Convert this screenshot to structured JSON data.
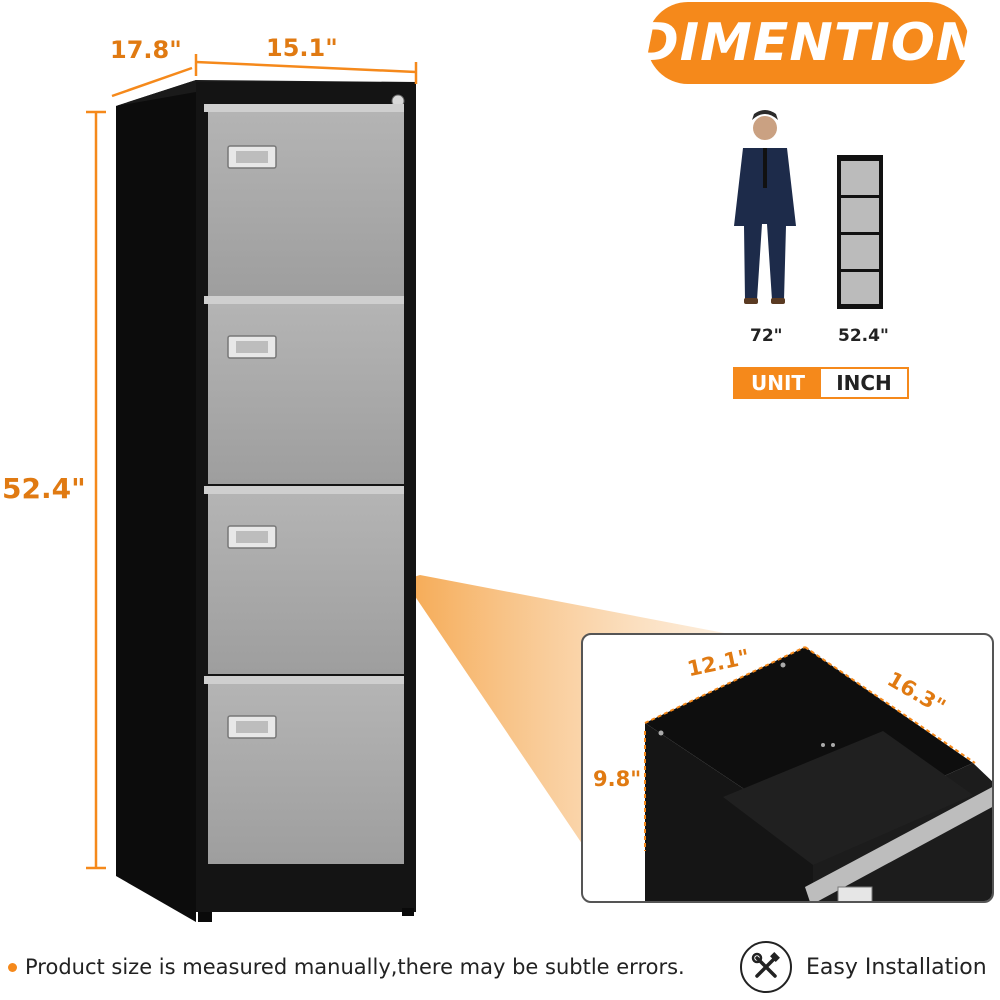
{
  "title": "DIMENTION",
  "cabinet": {
    "depth": "17.8\"",
    "width": "15.1\"",
    "height": "52.4\"",
    "drawer_count": 4
  },
  "reference": {
    "person_height": "72\"",
    "cabinet_height": "52.4\""
  },
  "unit": {
    "label": "UNIT",
    "value": "INCH"
  },
  "drawer": {
    "width": "12.1\"",
    "depth": "16.3\"",
    "height": "9.8\""
  },
  "footer": {
    "note": "Product size is measured manually,there may be subtle errors.",
    "install_label": "Easy Installation",
    "install_icon": "wrench-screwdriver-icon"
  },
  "colors": {
    "accent": "#f5891b",
    "dimension_text": "#e07a12",
    "cabinet_body": "#111111",
    "drawer_front": "#a9a9a9"
  }
}
